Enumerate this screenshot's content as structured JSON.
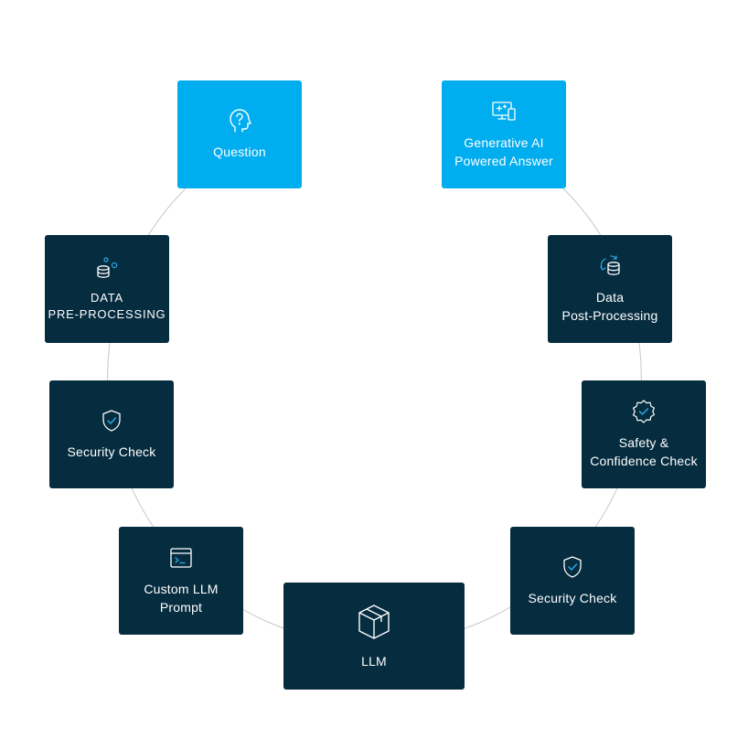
{
  "diagram": {
    "nodes": {
      "question": {
        "label": "Question",
        "icon": "question-head-icon"
      },
      "generative_ai": {
        "label": "Generative AI\nPowered Answer",
        "icon": "monitor-sparkle-device-icon"
      },
      "pre_processing": {
        "label": "DATA\nPRE-PROCESSING",
        "icon": "database-gears-icon"
      },
      "post_processing": {
        "label": "Data\nPost-Processing",
        "icon": "database-sync-icon"
      },
      "security_check_left": {
        "label": "Security Check",
        "icon": "shield-check-icon"
      },
      "safety_confidence": {
        "label": "Safety &\nConfidence Check",
        "icon": "badge-check-icon"
      },
      "custom_prompt": {
        "label": "Custom LLM\nPrompt",
        "icon": "terminal-window-icon"
      },
      "security_check_right": {
        "label": "Security Check",
        "icon": "shield-check-icon"
      },
      "llm": {
        "label": "LLM",
        "icon": "cube-icon"
      }
    },
    "colors": {
      "dark_node": "#062c3f",
      "highlight_node": "#00adef",
      "accent_icon": "#2aa8e6",
      "connector": "#c8c8c8",
      "text": "#ffffff"
    }
  }
}
